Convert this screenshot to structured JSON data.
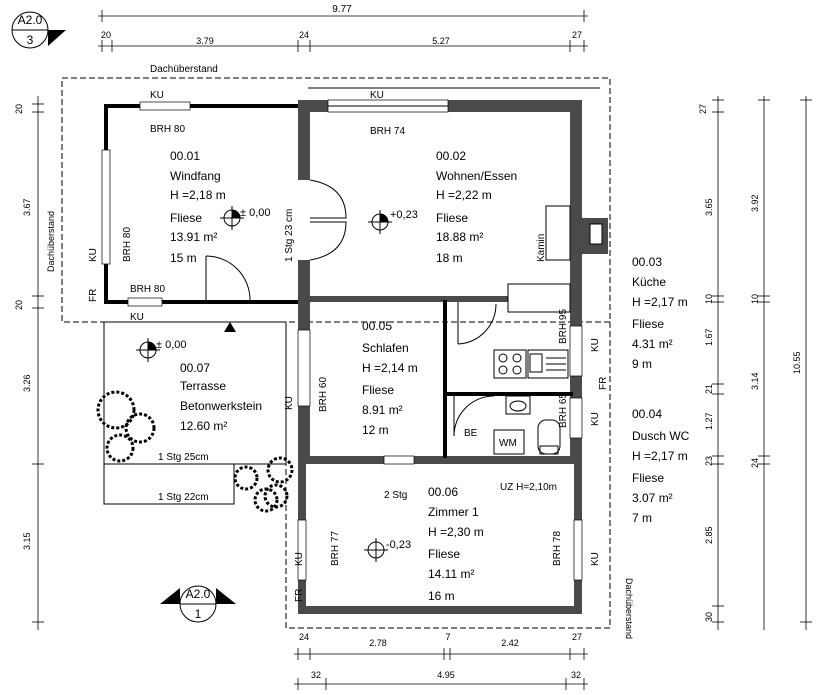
{
  "dimensions": {
    "top_total": "9.77",
    "top_segments": [
      "20",
      "3.79",
      "24",
      "5.27",
      "27"
    ],
    "bottom_row1": [
      "24",
      "2.78",
      "7",
      "2.42",
      "27"
    ],
    "bottom_row2": [
      "32",
      "4.95",
      "32"
    ],
    "left": [
      "20",
      "3.67",
      "20",
      "3.26",
      "3.15"
    ],
    "right_inner": [
      "27",
      "3.65",
      "10",
      "1.67",
      "21",
      "1.27",
      "23",
      "2.85",
      "30"
    ],
    "right_mid": [
      "3.92",
      "10",
      "3.14",
      "24"
    ],
    "right_total": "10.55"
  },
  "labels": {
    "dachueberstand": "Dachüberstand",
    "ku": "KU",
    "fr": "FR",
    "brh80": "BRH 80",
    "brh74": "BRH 74",
    "brh60": "BRH 60",
    "brh95": "BRH 95",
    "brh65": "BRH 65",
    "brh77": "BRH 77",
    "brh78": "BRH 78",
    "stg_windfang": "1 Stg 23 cm",
    "stg25": "1 Stg 25cm",
    "stg22": "1 Stg 22cm",
    "stg2": "2 Stg",
    "uz": "UZ H=2,10m",
    "kamin": "Kamin",
    "be": "BE",
    "wm": "WM",
    "level_000": "± 0,00",
    "level_023": "+0,23",
    "level_m023": "-0,23"
  },
  "rooms": {
    "windfang": [
      "00.01",
      "Windfang",
      "H =2,18 m",
      "Fliese",
      "13.91 m²",
      "15 m"
    ],
    "wohnen": [
      "00.02",
      "Wohnen/Essen",
      "H =2,22 m",
      "Fliese",
      "18.88 m²",
      "18 m"
    ],
    "kueche": [
      "00.03",
      "Küche",
      "H =2,17 m",
      "Fliese",
      "4.31 m²",
      "9 m"
    ],
    "dusch": [
      "00.04",
      "Dusch WC",
      "H =2,17 m",
      "Fliese",
      "3.07 m²",
      "7 m"
    ],
    "schlafen": [
      "00.05",
      "Schlafen",
      "H =2,14 m",
      "Fliese",
      "8.91 m²",
      "12 m"
    ],
    "zimmer": [
      "00.06",
      "Zimmer 1",
      "H =2,30 m",
      "Fliese",
      "14.11 m²",
      "16 m"
    ],
    "terrasse": [
      "00.07",
      "Terrasse",
      "Betonwerkstein",
      "12.60 m²"
    ]
  },
  "section_marks": {
    "top_left": {
      "sheet": "A2.0",
      "number": "3"
    },
    "bottom": {
      "sheet": "A2.0",
      "number": "1"
    }
  }
}
